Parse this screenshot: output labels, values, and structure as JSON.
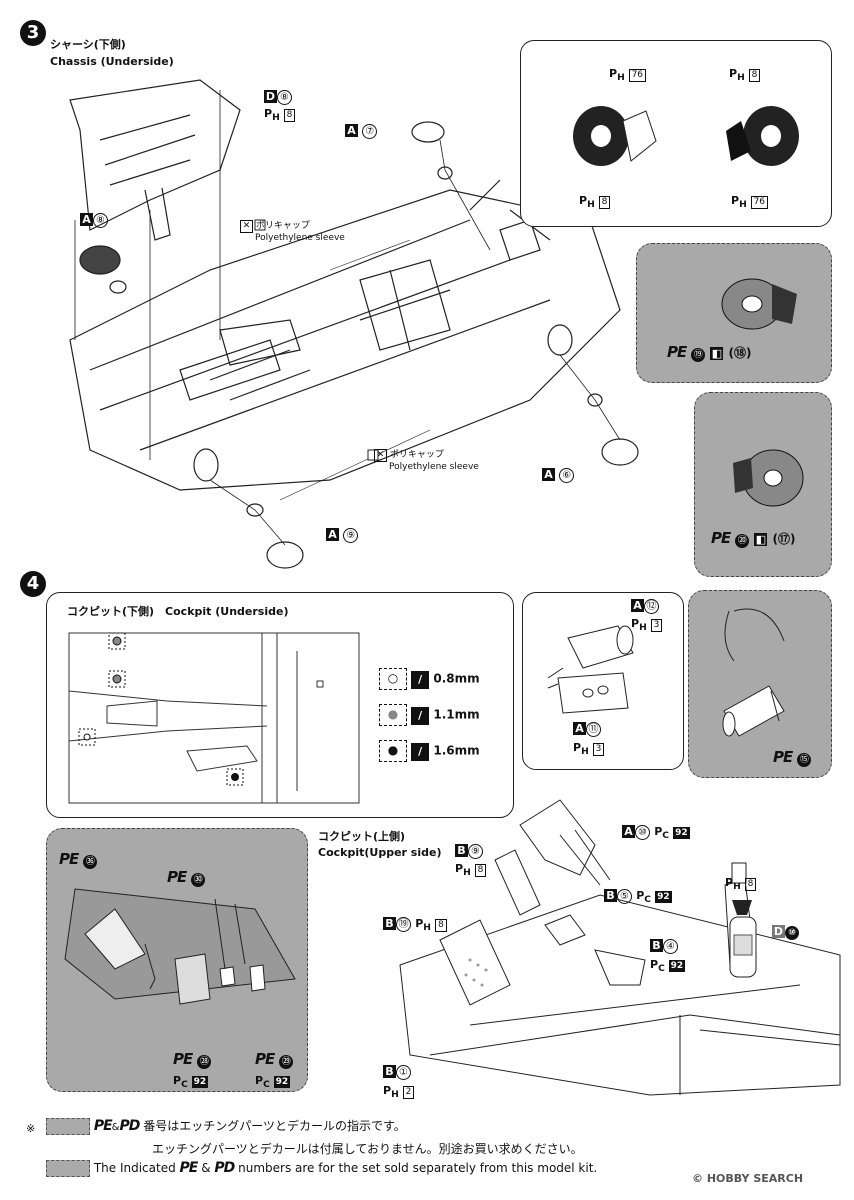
{
  "step3": {
    "number": "3",
    "title_jp": "シャーシ(下側)",
    "title_en": "Chassis (Underside)",
    "callouts": {
      "d8": {
        "letter": "D",
        "num": "⑧",
        "ph": "P",
        "phsub": "H",
        "phnum": "8"
      },
      "a7": {
        "letter": "A",
        "num": "⑦"
      },
      "a8": {
        "letter": "A",
        "num": "⑧"
      },
      "a6": {
        "letter": "A",
        "num": "⑥"
      },
      "a9": {
        "letter": "A",
        "num": "⑨"
      }
    },
    "poly1_jp": "ポリキャップ",
    "poly1_en": "Polyethylene sleeve",
    "poly2_jp": "ポリキャップ",
    "poly2_en": "Polyethylene sleeve",
    "brake_box": {
      "ph76_a": "76",
      "ph8_a": "8",
      "ph8_b": "8",
      "ph76_b": "76"
    },
    "pe19": {
      "pe": "PE",
      "num": "⑲",
      "tag": "(⑱)"
    },
    "pe20": {
      "pe": "PE",
      "num": "⑳",
      "tag": "(⑰)"
    }
  },
  "step4": {
    "number": "4",
    "cockpit_under_title": "コクピット(下側)　Cockpit (Underside)",
    "drill": [
      {
        "size": "0.8mm"
      },
      {
        "size": "1.1mm"
      },
      {
        "size": "1.6mm"
      }
    ],
    "a12": {
      "letter": "A",
      "num": "⑫",
      "phnum": "3"
    },
    "a11": {
      "letter": "A",
      "num": "⑪",
      "phnum": "3"
    },
    "pe15": {
      "pe": "PE",
      "num": "⑮"
    },
    "upper_title_jp": "コクピット(上側)",
    "upper_title_en": "Cockpit(Upper side)",
    "pe36": {
      "pe": "PE",
      "num": "㊱"
    },
    "pe30": {
      "pe": "PE",
      "num": "㉚"
    },
    "pe28": {
      "pe": "PE",
      "num": "㉘",
      "pc": "92"
    },
    "pe29": {
      "pe": "PE",
      "num": "㉙",
      "pc": "92"
    },
    "b9": {
      "letter": "B",
      "num": "⑨",
      "phnum": "8"
    },
    "a10": {
      "letter": "A",
      "num": "⑩",
      "pc": "92"
    },
    "b5": {
      "letter": "B",
      "num": "⑤",
      "pc": "92"
    },
    "b19": {
      "letter": "B",
      "num": "⑲",
      "phnum": "8"
    },
    "b4": {
      "letter": "B",
      "num": "④",
      "pc": "92"
    },
    "ext_ph": "8",
    "d10": {
      "letter": "D",
      "num": "⑩"
    },
    "b1": {
      "letter": "B",
      "num": "①",
      "phnum": "2"
    }
  },
  "footer": {
    "asterisk": "※",
    "line1": "番号はエッチングパーツとデカールの指示です。",
    "line2": "エッチングパーツとデカールは付属しておりません。別途お買い求めください。",
    "line3_pre": "The Indicated",
    "line3_post": "numbers are for the set sold separately from this model kit.",
    "pe_label": "PE",
    "pd_label": "PD",
    "amp": "&",
    "watermark": "© HOBBY SEARCH"
  },
  "colors": {
    "gray_panel": "#a9a9a9",
    "ink": "#111111"
  }
}
